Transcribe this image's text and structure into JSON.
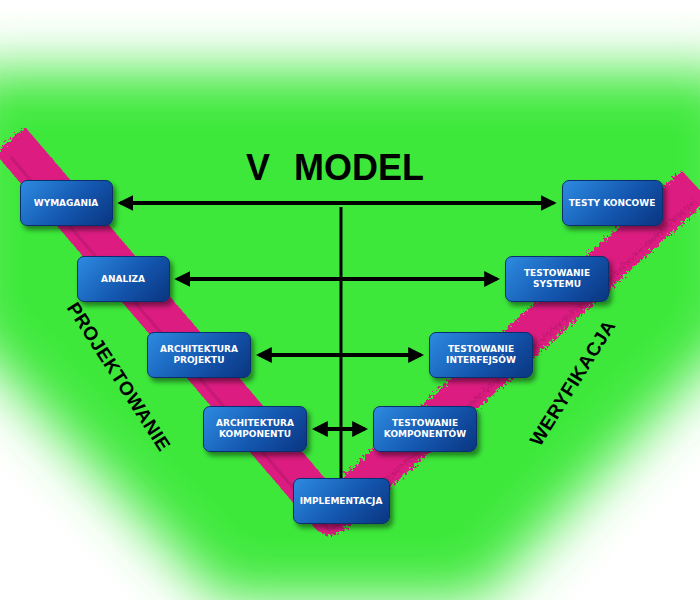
{
  "diagram": {
    "title": "V MODEL",
    "nodes": [
      {
        "text": [
          "WYMAGANIA"
        ]
      },
      {
        "text": [
          "TESTY KONCOWE"
        ]
      },
      {
        "text": [
          "ANALIZA"
        ]
      },
      {
        "text": [
          "TESTOWANIE SYSTEMU"
        ]
      },
      {
        "text": [
          "ARCHITEKTURA PROJEKTU"
        ]
      },
      {
        "text": [
          "TESTOWANIE INTERFEJSÓW"
        ]
      },
      {
        "text": [
          "ARCHITEKTURA KOMPONENTU"
        ]
      },
      {
        "text": [
          "TESTOWANIE KOMPONENTÓW"
        ]
      },
      {
        "text": [
          "IMPLEMENTACJA"
        ]
      }
    ],
    "edges": [
      {
        "from": 0,
        "to": 1,
        "arrow": "both"
      },
      {
        "from": 2,
        "to": 3,
        "arrow": "both"
      },
      {
        "from": 4,
        "to": 5,
        "arrow": "both"
      },
      {
        "from": 6,
        "to": 7,
        "arrow": "both"
      }
    ],
    "labels": [
      "PROJEKTOWANIE",
      "WERYFIKACJA"
    ]
  }
}
